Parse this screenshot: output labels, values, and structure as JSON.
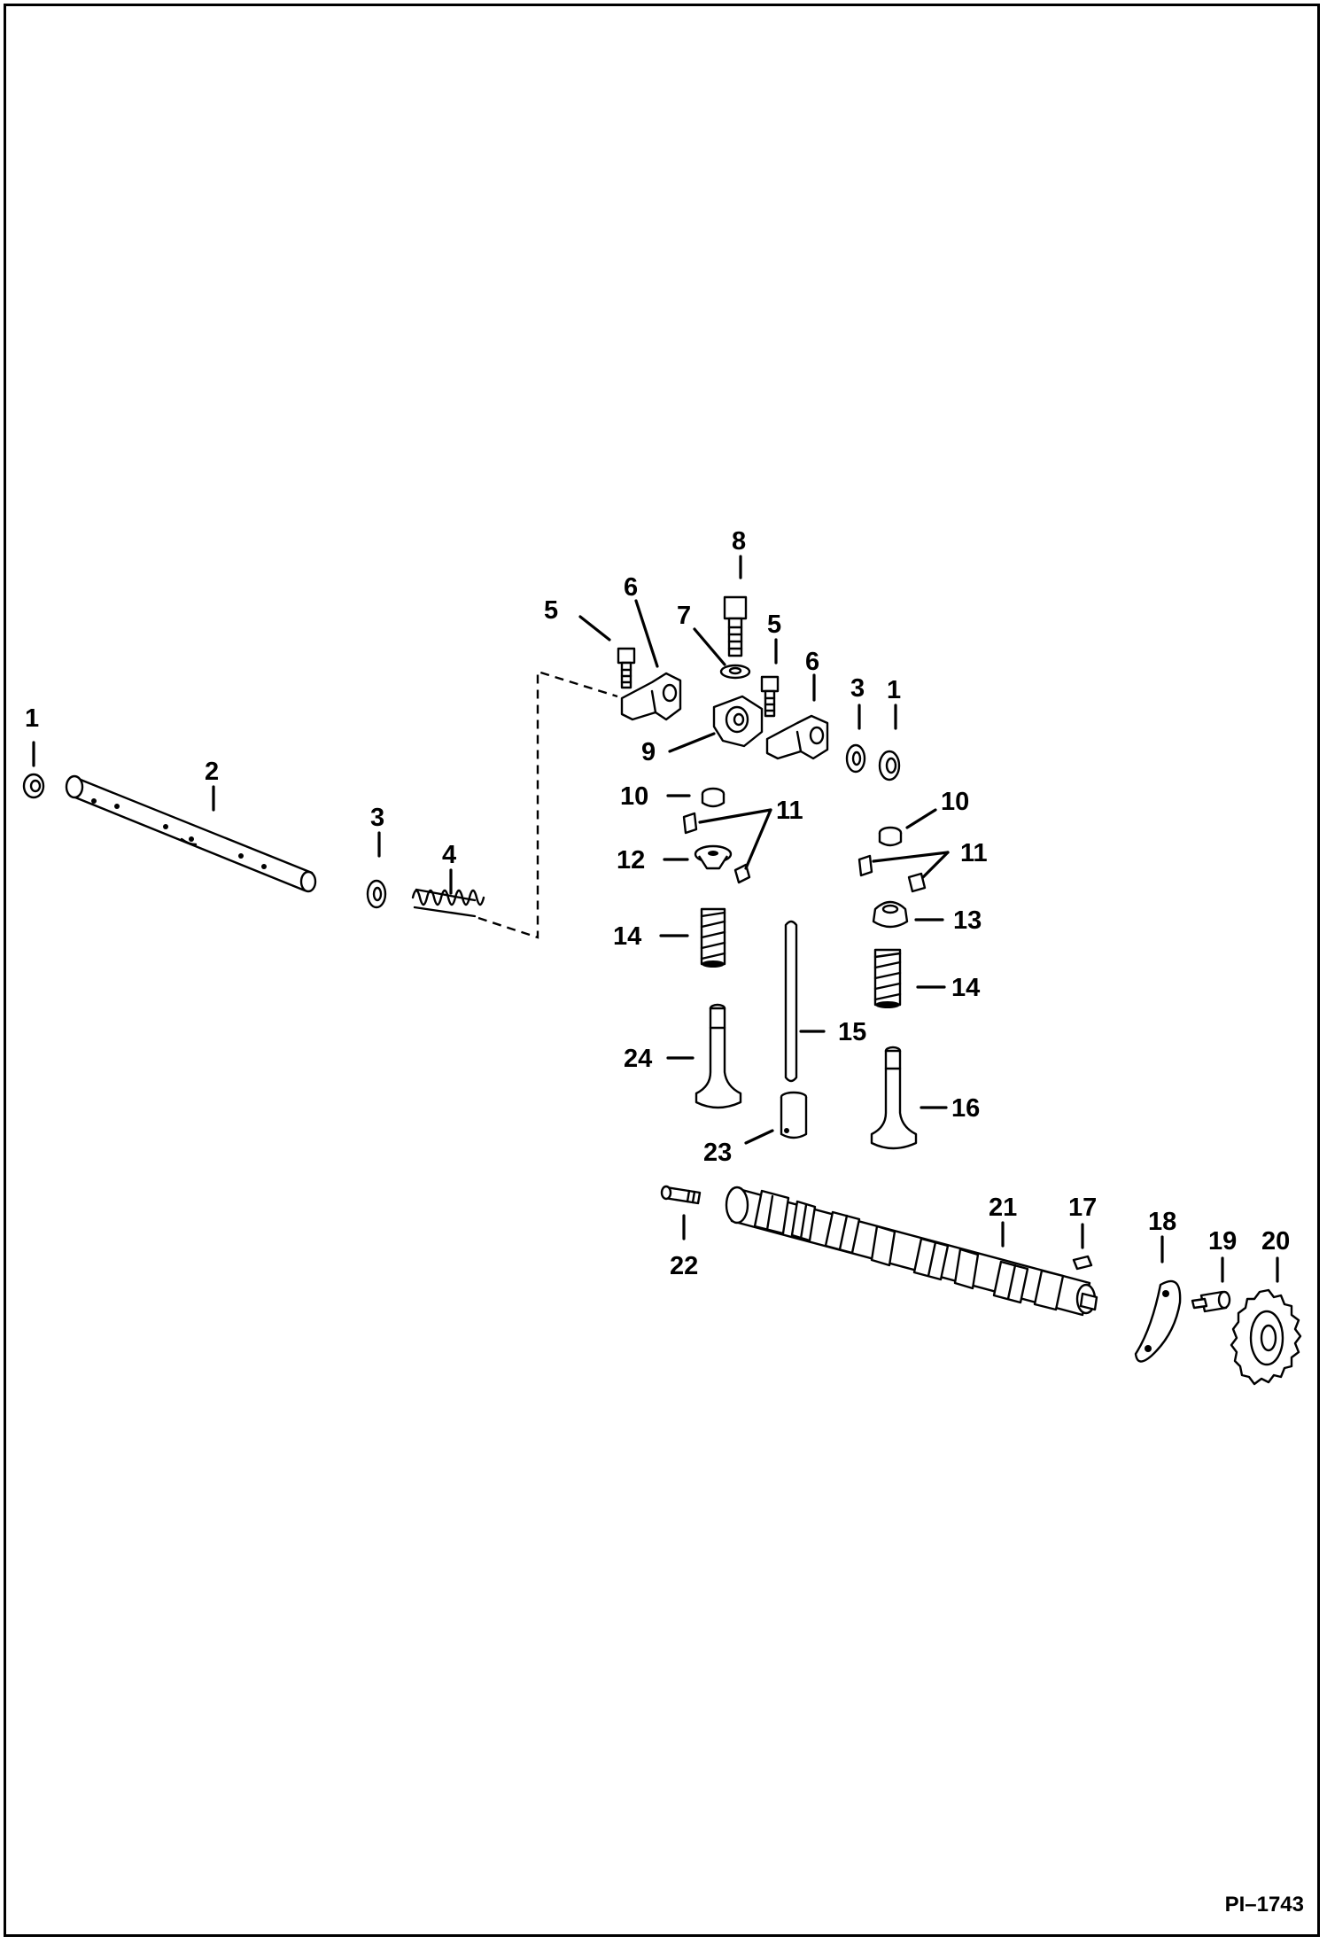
{
  "figure_id": "PI–1743",
  "callouts": [
    "1",
    "2",
    "3",
    "4",
    "5",
    "6",
    "7",
    "8",
    "5",
    "6",
    "3",
    "1",
    "9",
    "10",
    "11",
    "10",
    "12",
    "11",
    "13",
    "14",
    "14",
    "15",
    "24",
    "16",
    "23",
    "21",
    "17",
    "18",
    "19",
    "20",
    "22"
  ],
  "parts": [
    {
      "name": "rocker-shaft-end-plug",
      "number": "1"
    },
    {
      "name": "rocker-arm-shaft",
      "number": "2"
    },
    {
      "name": "washer",
      "number": "3"
    },
    {
      "name": "spring",
      "number": "4"
    },
    {
      "name": "adjusting-screw",
      "number": "5"
    },
    {
      "name": "rocker-arm",
      "number": "6"
    },
    {
      "name": "washer",
      "number": "7"
    },
    {
      "name": "bolt",
      "number": "8"
    },
    {
      "name": "rocker-bracket",
      "number": "9"
    },
    {
      "name": "valve-cap",
      "number": "10"
    },
    {
      "name": "valve-keepers",
      "number": "11"
    },
    {
      "name": "spring-retainer",
      "number": "12"
    },
    {
      "name": "valve-rotator",
      "number": "13"
    },
    {
      "name": "valve-spring",
      "number": "14"
    },
    {
      "name": "push-rod",
      "number": "15"
    },
    {
      "name": "exhaust-valve",
      "number": "16"
    },
    {
      "name": "key",
      "number": "17"
    },
    {
      "name": "thrust-plate",
      "number": "18"
    },
    {
      "name": "screw",
      "number": "19"
    },
    {
      "name": "camshaft-gear",
      "number": "20"
    },
    {
      "name": "camshaft",
      "number": "21"
    },
    {
      "name": "plug",
      "number": "22"
    },
    {
      "name": "tappet",
      "number": "23"
    },
    {
      "name": "intake-valve",
      "number": "24"
    }
  ]
}
